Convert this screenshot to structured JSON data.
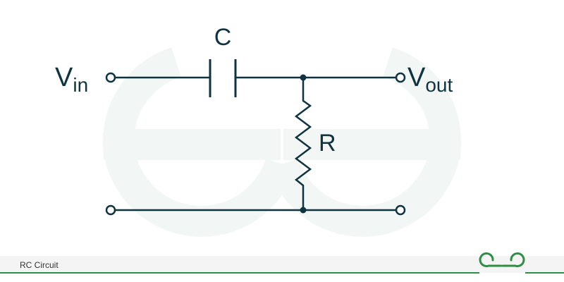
{
  "diagram": {
    "capacitor_label": "C",
    "resistor_label": "R",
    "input_label_main": "V",
    "input_label_sub": "in",
    "output_label_main": "V",
    "output_label_sub": "out"
  },
  "footer": {
    "caption": "RC Circuit"
  },
  "colors": {
    "wire": "#0f3440",
    "watermark": "#f2f6f4",
    "footer_band": "#f4f4f4",
    "footer_line": "#2f8d46",
    "brand": "#2f8d46"
  },
  "icons": {
    "brand_logo": "geeksforgeeks-logo-icon"
  }
}
